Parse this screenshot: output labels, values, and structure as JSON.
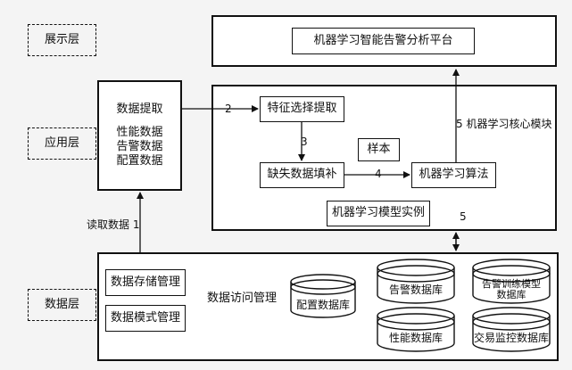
{
  "layers": {
    "display": "展示层",
    "application": "应用层",
    "data": "数据层"
  },
  "platform": "机器学习智能告警分析平台",
  "extraction": {
    "title": "数据提取",
    "items": [
      "性能数据",
      "告警数据",
      "配置数据"
    ]
  },
  "ml": {
    "feature": "特征选择提取",
    "sample": "样本",
    "missing": "缺失数据填补",
    "algorithm": "机器学习算法",
    "model": "机器学习模型实例",
    "core_label": "5 机器学习核心模块"
  },
  "arrows": {
    "a2": "2",
    "a3": "3",
    "a4": "4",
    "a5": "5",
    "read": "读取数据 1"
  },
  "data_layer": {
    "storage": "数据存储管理",
    "schema": "数据模式管理",
    "access": "数据访问管理",
    "db_config": "配置数据库",
    "db_alarm": "告警数据库",
    "db_perf": "性能数据库",
    "db_train": "告警训练模型数据库",
    "db_train_1": "告警训练模型",
    "db_train_2": "数据库",
    "db_trade": "交易监控数据库"
  }
}
